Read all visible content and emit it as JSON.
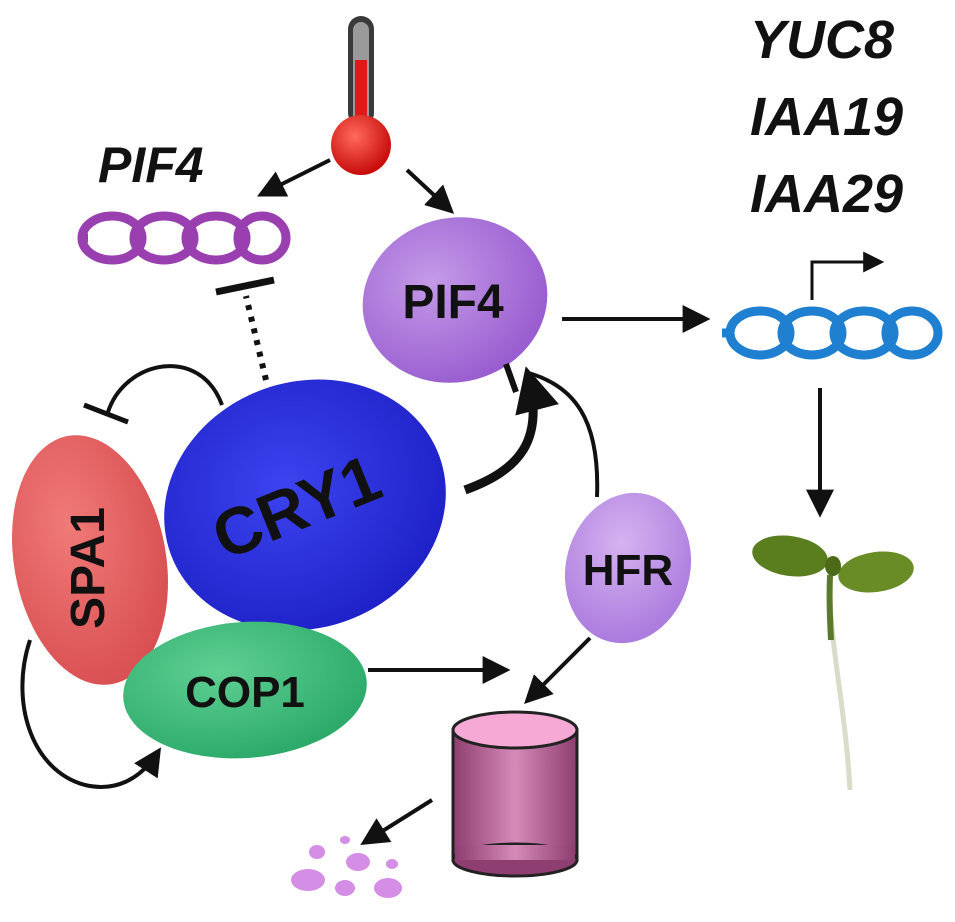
{
  "labels": {
    "pif4_gene": "PIF4",
    "pif4_protein": "PIF4",
    "cry1": "CRY1",
    "spa1": "SPA1",
    "cop1": "COP1",
    "hfr": "HFR",
    "target_genes": [
      "YUC8",
      "IAA19",
      "IAA29"
    ]
  },
  "icons": {
    "thermometer": "thermometer-icon",
    "proteasome": "proteasome-icon",
    "seedling": "seedling-icon",
    "gene_pif4": "dna-helix-icon",
    "gene_targets": "dna-helix-icon",
    "fragments": "degraded-fragments-icon"
  },
  "colors": {
    "cry1": "#2a2ee0",
    "pif4": "#a668d8",
    "hfr": "#b98ce6",
    "spa1": "#e46060",
    "cop1": "#3cb876",
    "pif4_gene": "#9a3fb0",
    "target_gene": "#1f7fd0",
    "thermometer": "#e01818",
    "proteasome": "#c06da0",
    "fragments": "#d58ee6"
  }
}
